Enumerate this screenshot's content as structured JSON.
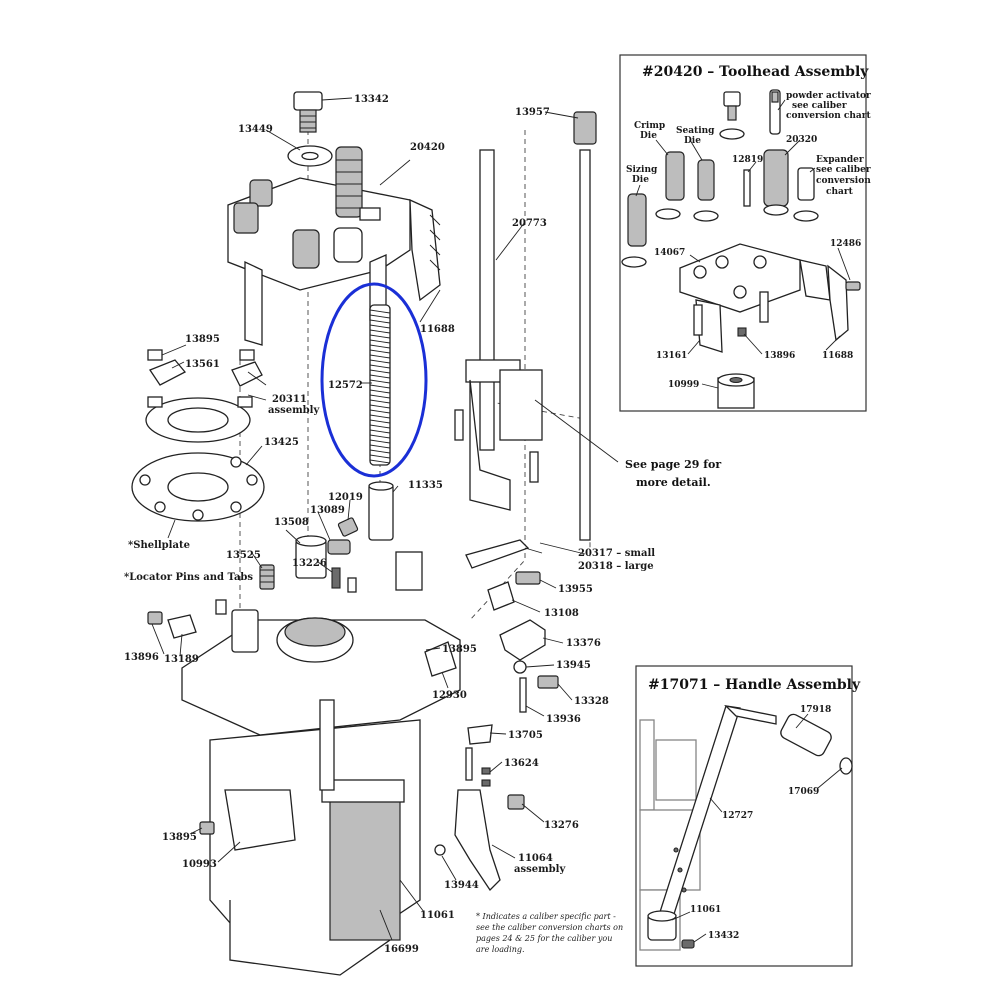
{
  "parts": {
    "p13342": "13342",
    "p13449": "13449",
    "p20420": "20420",
    "p13957": "13957",
    "p20773": "20773",
    "p11688": "11688",
    "p12572": "12572",
    "p13895a": "13895",
    "p13561": "13561",
    "p20311": "20311",
    "p20311b": "assembly",
    "p13425": "13425",
    "shellplate": "*Shellplate",
    "p11335": "11335",
    "p12019": "12019",
    "p13089": "13089",
    "p13508": "13508",
    "p13525": "13525",
    "p13226": "13226",
    "locator": "*Locator Pins and Tabs",
    "p20317": "20317 – small",
    "p20318": "20318 – large",
    "p13955": "13955",
    "p13108": "13108",
    "p13376": "13376",
    "p13895b": "13895",
    "p13945": "13945",
    "p12930": "12930",
    "p13328": "13328",
    "p13936": "13936",
    "p13896": "13896",
    "p13189": "13189",
    "p13705": "13705",
    "p13624": "13624",
    "p13276": "13276",
    "p11064": "11064",
    "p11064b": "assembly",
    "p13944": "13944",
    "p13895c": "13895",
    "p10993": "10993",
    "p11061": "11061",
    "p16699": "16699"
  },
  "see_page": {
    "line1": "See page 29 for",
    "line2": "more detail."
  },
  "footnote": [
    "* Indicates a caliber specific part -",
    "see the caliber conversion charts on",
    "pages 24 & 25 for the caliber you",
    "are loading."
  ],
  "toolhead": {
    "title": "#20420 – Toolhead Assembly",
    "labels": {
      "powder1": "powder activator",
      "powder2": "see caliber",
      "powder3": "conversion chart",
      "crimp1": "Crimp",
      "crimp2": "Die",
      "seat1": "Seating",
      "seat2": "Die",
      "size1": "Sizing",
      "size2": "Die",
      "p20320": "20320",
      "p12819": "12819",
      "exp1": "Expander",
      "exp2": "see caliber",
      "exp3": "conversion",
      "exp4": "chart",
      "p14067": "14067",
      "p12486": "12486",
      "p13161": "13161",
      "p13896": "13896",
      "p11688": "11688",
      "p10999": "10999"
    }
  },
  "handle": {
    "title": "#17071 – Handle Assembly",
    "labels": {
      "p17918": "17918",
      "p17069": "17069",
      "p12727": "12727",
      "p11061": "11061",
      "p13432": "13432"
    }
  },
  "highlight": {
    "color": "#1a2fd6",
    "target": "12572"
  },
  "colors": {
    "line": "#222222",
    "shade": "#bdbdbd",
    "highlight": "#1a2fd6"
  }
}
